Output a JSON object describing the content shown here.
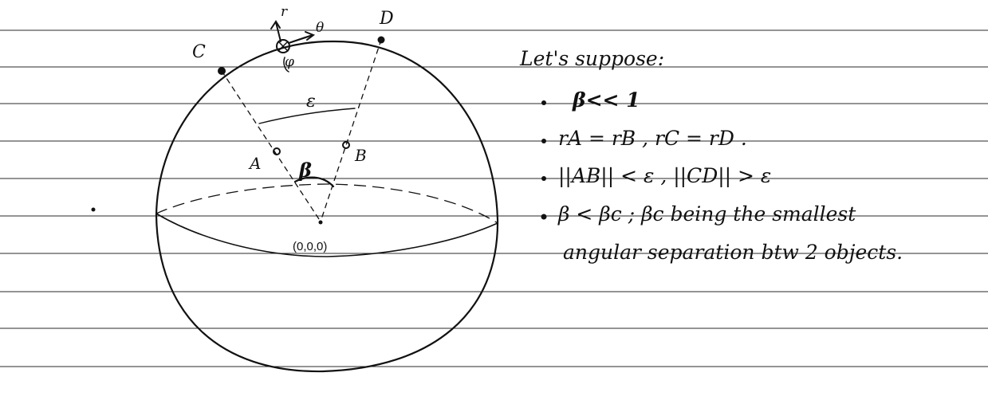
{
  "diagram": {
    "points": {
      "A": "A",
      "B": "B",
      "C": "C",
      "D": "D",
      "origin": "(0,0,0)"
    },
    "angle_label": "β",
    "epsilon_label": "ε",
    "unit_vectors": {
      "r": "r",
      "theta": "θ",
      "phi": "φ"
    }
  },
  "notes": {
    "heading": "Let's suppose:",
    "items": [
      "β<< 1",
      "rA = rB ,   rC = rD .",
      "||AB|| < ε ,  ||CD|| > ε",
      "β < βc ; βc being the smallest"
    ],
    "continuation": "angular separation btw 2 objects."
  }
}
